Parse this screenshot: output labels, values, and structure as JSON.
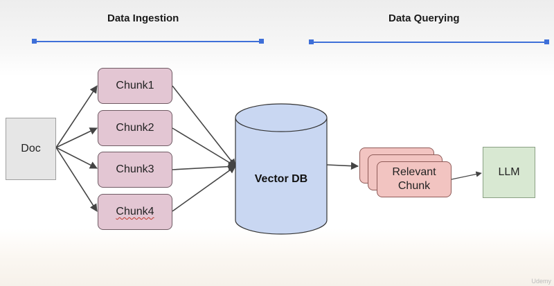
{
  "sections": {
    "ingestion_title": "Data Ingestion",
    "querying_title": "Data Querying"
  },
  "nodes": {
    "doc": "Doc",
    "chunks": [
      "Chunk1",
      "Chunk2",
      "Chunk3",
      "Chunk4"
    ],
    "vector_db": "Vector DB",
    "relevant_chunk": "Relevant Chunk",
    "llm": "LLM"
  },
  "watermark": "Udemy",
  "colors": {
    "section_line": "#3e6fd8",
    "chunk_fill": "#e3c6d3",
    "db_fill": "#c9d7f2",
    "relevant_fill": "#f2c4c1",
    "llm_fill": "#d8e8d2",
    "doc_fill": "#e6e6e6",
    "arrow": "#444444"
  }
}
